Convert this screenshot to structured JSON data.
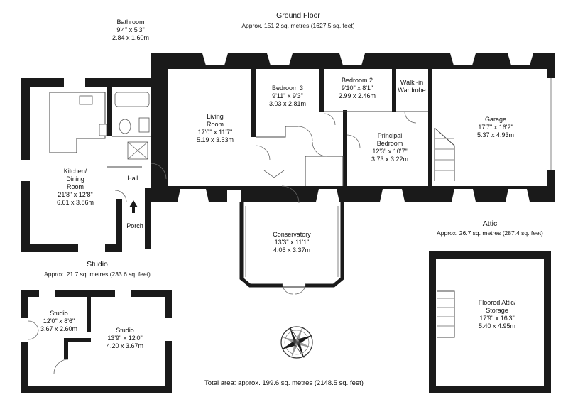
{
  "ground_floor": {
    "title": "Ground Floor",
    "area": "Approx. 151.2 sq. metres (1627.5 sq. feet)",
    "rooms": {
      "bathroom": {
        "name": "Bathroom",
        "imperial": "9'4\" x 5'3\"",
        "metric": "2.84 x 1.60m"
      },
      "kitchen": {
        "name": "Kitchen/\nDining\nRoom",
        "imperial": "21'8\" x 12'8\"",
        "metric": "6.61 x 3.86m"
      },
      "hall": {
        "name": "Hall"
      },
      "porch": {
        "name": "Porch"
      },
      "living": {
        "name": "Living\nRoom",
        "imperial": "17'0\" x 11'7\"",
        "metric": "5.19 x 3.53m"
      },
      "bedroom3": {
        "name": "Bedroom 3",
        "imperial": "9'11\" x 9'3\"",
        "metric": "3.03 x 2.81m"
      },
      "bedroom2": {
        "name": "Bedroom 2",
        "imperial": "9'10\" x 8'1\"",
        "metric": "2.99 x 2.46m"
      },
      "walkin": {
        "name": "Walk -in\nWardrobe"
      },
      "principal": {
        "name": "Principal\nBedroom",
        "imperial": "12'3\" x 10'7\"",
        "metric": "3.73 x 3.22m"
      },
      "garage": {
        "name": "Garage",
        "imperial": "17'7\" x 16'2\"",
        "metric": "5.37 x 4.93m"
      },
      "conservatory": {
        "name": "Conservatory",
        "imperial": "13'3\" x 11'1\"",
        "metric": "4.05 x 3.37m"
      }
    }
  },
  "studio": {
    "title": "Studio",
    "area": "Approx. 21.7 sq. metres (233.6 sq. feet)",
    "rooms": {
      "studio_small": {
        "name": "Studio",
        "imperial": "12'0\" x 8'6\"",
        "metric": "3.67 x 2.60m"
      },
      "studio_large": {
        "name": "Studio",
        "imperial": "13'9\" x 12'0\"",
        "metric": "4.20 x 3.67m"
      }
    }
  },
  "attic": {
    "title": "Attic",
    "area": "Approx. 26.7 sq. metres (287.4 sq. feet)",
    "rooms": {
      "attic_storage": {
        "name": "Floored Attic/\nStorage",
        "imperial": "17'9\" x 16'3\"",
        "metric": "5.40 x 4.95m"
      }
    }
  },
  "total_area": "Total area: approx. 199.6 sq. metres (2148.5 sq. feet)",
  "colors": {
    "wall": "#1a1a1a",
    "line": "#555555",
    "background": "#ffffff"
  },
  "icons": [
    "compass-rose-icon",
    "entrance-arrow-icon"
  ]
}
